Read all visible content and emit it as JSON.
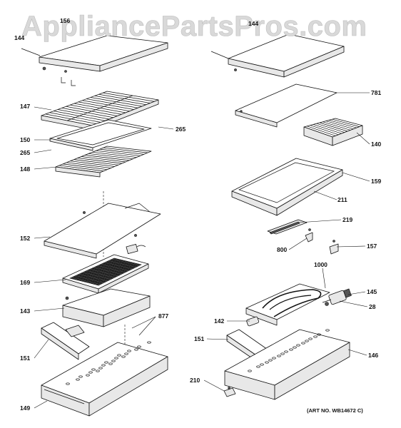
{
  "watermark": "AppliancePartsPros.com",
  "art_number": "(ART NO. WB14672 C)",
  "callouts_left": [
    {
      "id": "tl1",
      "text": "156"
    },
    {
      "id": "tl2",
      "text": "144"
    },
    {
      "id": "l147",
      "text": "147"
    },
    {
      "id": "l265a",
      "text": "265"
    },
    {
      "id": "l150",
      "text": "150"
    },
    {
      "id": "l265b",
      "text": "265"
    },
    {
      "id": "l148",
      "text": "148"
    },
    {
      "id": "l152",
      "text": "152"
    },
    {
      "id": "l169",
      "text": "169"
    },
    {
      "id": "l143",
      "text": "143"
    },
    {
      "id": "l877",
      "text": "877"
    },
    {
      "id": "l151",
      "text": "151"
    },
    {
      "id": "l149",
      "text": "149"
    }
  ],
  "callouts_right": [
    {
      "id": "tr1",
      "text": "144"
    },
    {
      "id": "r781",
      "text": "781"
    },
    {
      "id": "r140",
      "text": "140"
    },
    {
      "id": "r159",
      "text": "159"
    },
    {
      "id": "r211",
      "text": "211"
    },
    {
      "id": "r219",
      "text": "219"
    },
    {
      "id": "r800",
      "text": "800"
    },
    {
      "id": "r157",
      "text": "157"
    },
    {
      "id": "r1000",
      "text": "1000"
    },
    {
      "id": "r145",
      "text": "145"
    },
    {
      "id": "r28",
      "text": "28"
    },
    {
      "id": "r142",
      "text": "142"
    },
    {
      "id": "r151",
      "text": "151"
    },
    {
      "id": "r146",
      "text": "146"
    },
    {
      "id": "r210",
      "text": "210"
    }
  ]
}
